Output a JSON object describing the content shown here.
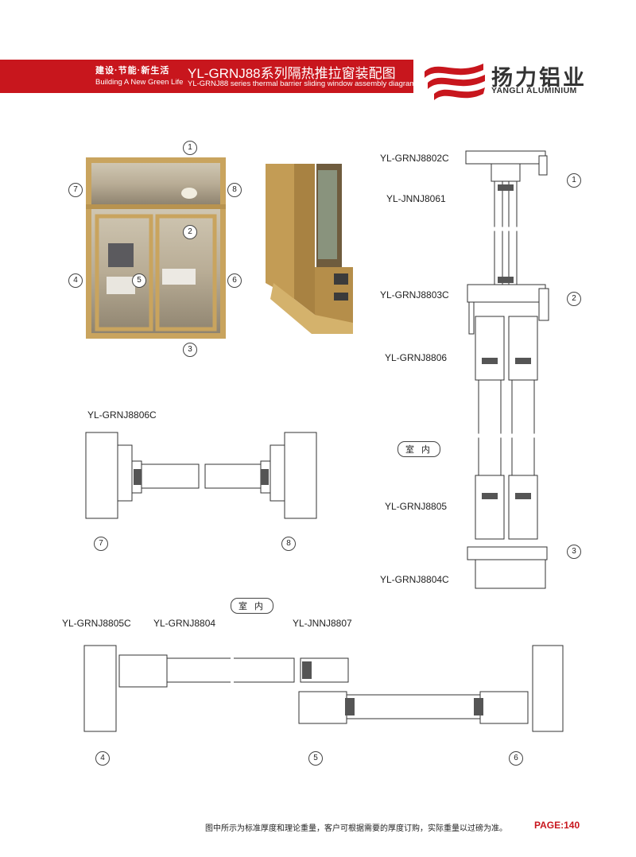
{
  "header": {
    "tagline_cn": "建设·节能·新生活",
    "tagline_en": "Building A New Green Life",
    "title_cn": "YL-GRNJ88系列隔热推拉窗装配图",
    "title_en": "YL-GRNJ88 series thermal barrier sliding window assembly diagram",
    "brand_cn": "扬力铝业",
    "brand_en": "YANGLI ALUMINIUM"
  },
  "window_callouts": [
    "1",
    "2",
    "3",
    "4",
    "5",
    "6",
    "7",
    "8"
  ],
  "vertical_section": {
    "labels": [
      "YL-GRNJ8802C",
      "YL-JNNJ8061",
      "YL-GRNJ8803C",
      "YL-GRNJ8806",
      "YL-GRNJ8805",
      "YL-GRNJ8804C"
    ],
    "callouts": [
      "1",
      "2",
      "3"
    ],
    "room_label": "室 内"
  },
  "detail_78": {
    "label": "YL-GRNJ8806C",
    "callouts": [
      "7",
      "8"
    ]
  },
  "horizontal_section": {
    "room_label": "室 内",
    "labels": [
      "YL-GRNJ8805C",
      "YL-GRNJ8804",
      "YL-JNNJ8807"
    ],
    "callouts": [
      "4",
      "5",
      "6"
    ]
  },
  "footer": {
    "note": "图中所示为标准厚度和理论重量，客户可根据需要的厚度订购，实际重量以过磅为准。",
    "page": "PAGE:140"
  },
  "colors": {
    "brand_red": "#c8161d",
    "frame_gold": "#c9a45e"
  },
  "icons": [
    "yangli-logo-icon"
  ]
}
